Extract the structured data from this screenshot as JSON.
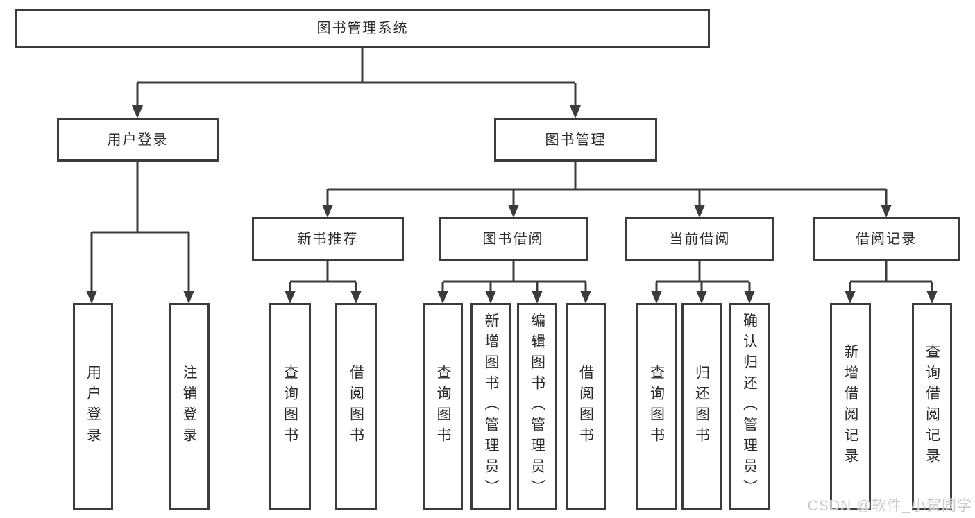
{
  "diagram": {
    "root": {
      "label": "图书管理系统"
    },
    "level2": {
      "user": {
        "label": "用户登录"
      },
      "mgmt": {
        "label": "图书管理"
      }
    },
    "level3": {
      "newbook": {
        "label": "新书推荐"
      },
      "borrow": {
        "label": "图书借阅"
      },
      "current": {
        "label": "当前借阅"
      },
      "records": {
        "label": "借阅记录"
      }
    },
    "leaves": {
      "user": [
        "用户登录",
        "注销登录"
      ],
      "newbook": [
        "查询图书",
        "借阅图书"
      ],
      "borrow": [
        "查询图书",
        "新增图书（管理员）",
        "编辑图书（管理员）",
        "借阅图书"
      ],
      "current": [
        "查询图书",
        "归还图书",
        "确认归还（管理员）"
      ],
      "records": [
        "新增借阅记录",
        "查询借阅记录"
      ]
    },
    "watermark": "CSDN @软件_小贺同学",
    "colors": {
      "line": "#3b3b3b",
      "text": "#2b2b2b",
      "watermark": "#c7ccd3",
      "background": "#ffffff"
    }
  }
}
